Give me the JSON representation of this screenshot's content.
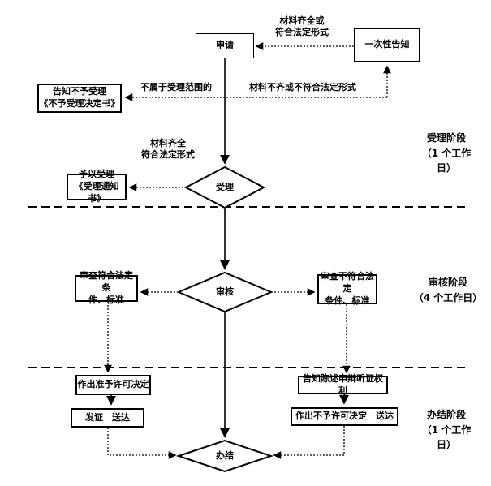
{
  "flowchart": {
    "nodes": {
      "apply": "申请",
      "one_time_notice": "一次性告知",
      "reject_notice": "告知不予受理\n《不予受理决定书》",
      "accept_notice": "予以受理\n《受理通知书》",
      "accept_decision": "受理",
      "review_decision": "审核",
      "review_pass": "审查符合法定条\n件、标准",
      "review_fail": "审查不符合法定\n条件、标准",
      "grant_decision": "作出准予许可决定",
      "issue_deliver": "发证　送达",
      "hearing_rights": "告知陈述申辩听证权利",
      "deny_deliver": "作出不予许可决定　送达",
      "finish": "办结"
    },
    "edge_labels": {
      "materials_complete_or_legal": "材料齐全或\n符合法定形式",
      "not_in_scope": "不属于受理范围的",
      "materials_incomplete": "材料不齐或不符合法定形式",
      "materials_complete_legal": "材料齐全\n符合法定形式"
    },
    "stage_labels": {
      "accept_stage": "受理阶段\n（1 个工作\n日）",
      "review_stage": "审核阶段\n（4 个工作日）",
      "finish_stage": "办结阶段\n（1 个工作\n日）"
    }
  },
  "colors": {
    "line": "#000000",
    "background": "#ffffff",
    "text": "#000000"
  }
}
